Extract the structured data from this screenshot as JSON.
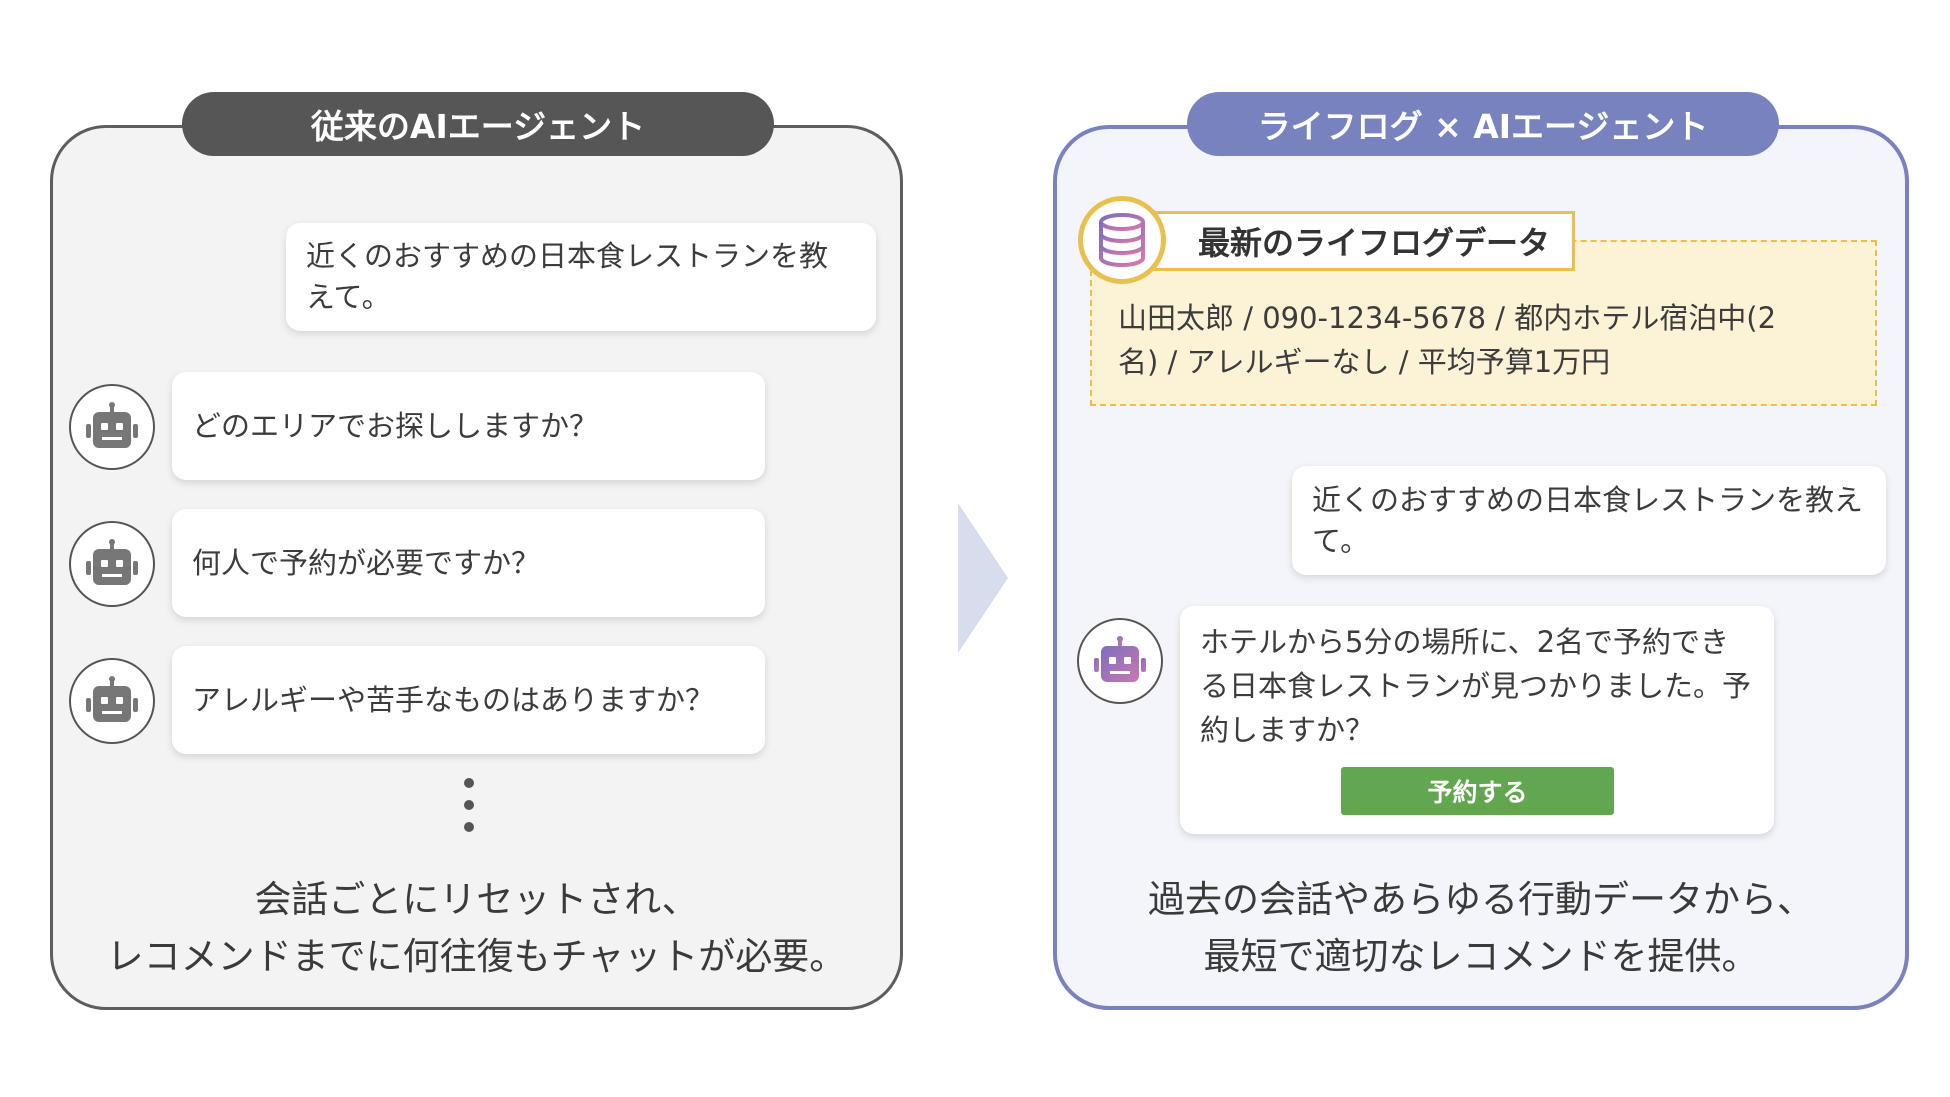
{
  "left": {
    "title": "従来のAIエージェント",
    "user_message": "近くのおすすめの日本食レストランを教えて。",
    "bot_messages": [
      "どのエリアでお探ししますか？",
      "何人で予約が必要ですか？",
      "アレルギーや苦手なものはありますか？"
    ],
    "caption_lines": [
      "会話ごとにリセットされ、",
      "レコメンドまでに何往復もチャットが必要。"
    ]
  },
  "right": {
    "title": "ライフログ × AIエージェント",
    "lifelog_label": "最新のライフログデータ",
    "lifelog_lines": [
      "山田太郎 / 090-1234-5678 / 都内ホテル宿泊中(2",
      "名) / アレルギーなし / 平均予算1万円"
    ],
    "user_message": "近くのおすすめの日本食レストランを教えて。",
    "bot_message": "ホテルから5分の場所に、2名で予約できる日本食レストランが見つかりました。予約しますか？",
    "reserve_button": "予約する",
    "caption_lines": [
      "過去の会話やあらゆる行動データから、",
      "最短で適切なレコメンドを提供。"
    ]
  },
  "icons": {
    "bot": "robot-icon",
    "database": "database-icon",
    "more": "vertical-ellipsis-icon",
    "arrow": "arrow-right-icon"
  },
  "colors": {
    "left_accent": "#565656",
    "right_accent": "#7782bf",
    "lifelog_border": "#e9c04e",
    "lifelog_fill": "#fcf2d6",
    "button": "#62a64f",
    "arrow": "#d8ddee"
  }
}
